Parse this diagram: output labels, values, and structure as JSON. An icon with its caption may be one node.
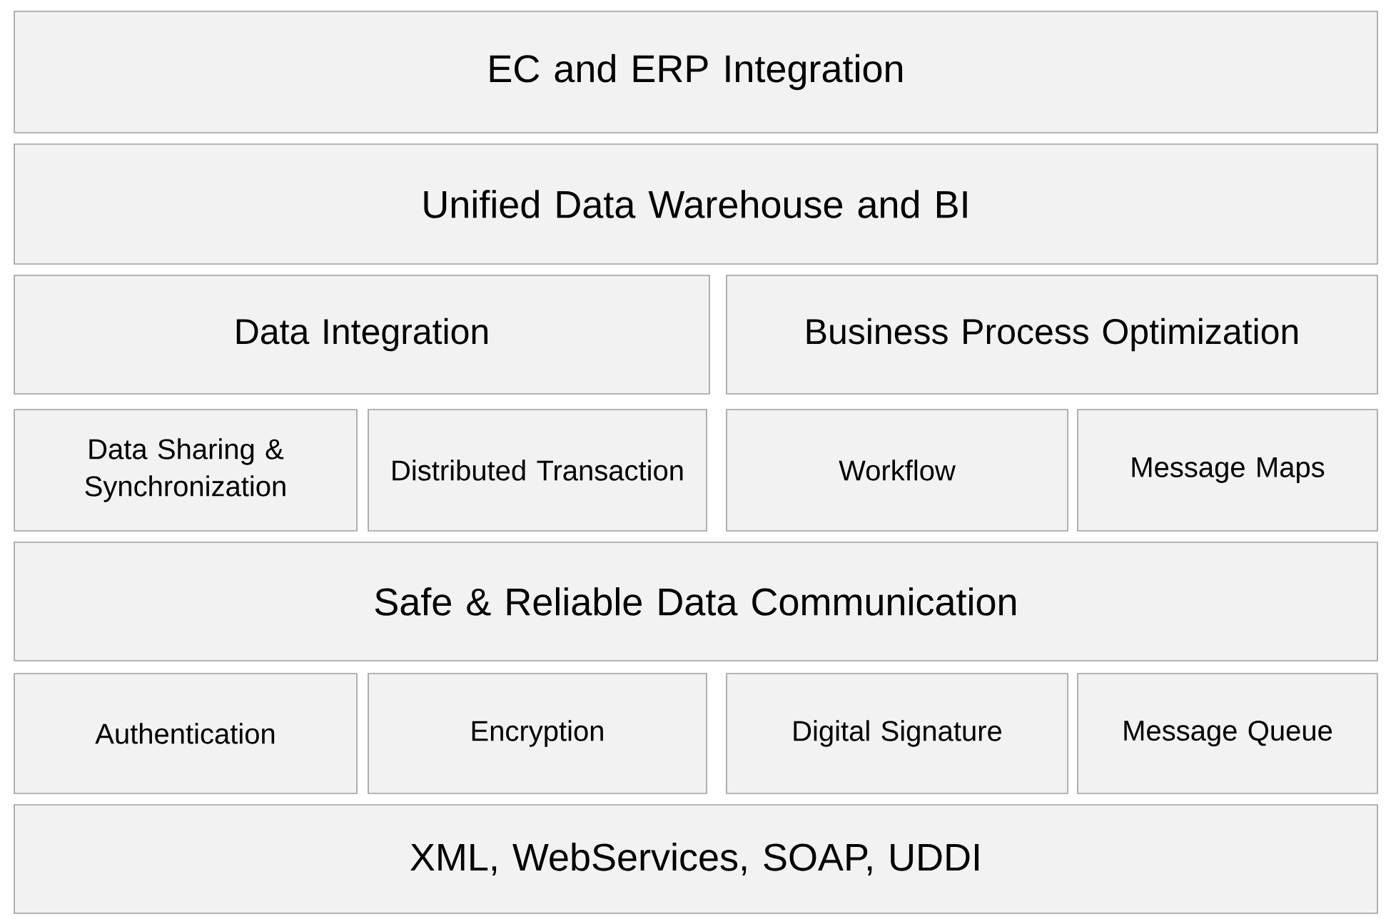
{
  "diagram": {
    "nodes": [
      {
        "text": [
          "EC and ERP Integration"
        ]
      },
      {
        "text": [
          "Unified Data Warehouse and BI"
        ]
      },
      {
        "text": [
          "Data Integration"
        ]
      },
      {
        "text": [
          "Business Process Optimization"
        ]
      },
      {
        "text": [
          "Data Sharing & Synchronization"
        ]
      },
      {
        "text": [
          "Distributed Transaction"
        ]
      },
      {
        "text": [
          "Workflow"
        ]
      },
      {
        "text": [
          "Message Maps"
        ]
      },
      {
        "text": [
          "Safe & Reliable Data Communication"
        ]
      },
      {
        "text": [
          "Authentication"
        ]
      },
      {
        "text": [
          "Encryption"
        ]
      },
      {
        "text": [
          "Digital Signature"
        ]
      },
      {
        "text": [
          "Message Queue"
        ]
      },
      {
        "text": [
          "XML, WebServices, SOAP, UDDI"
        ]
      }
    ]
  }
}
